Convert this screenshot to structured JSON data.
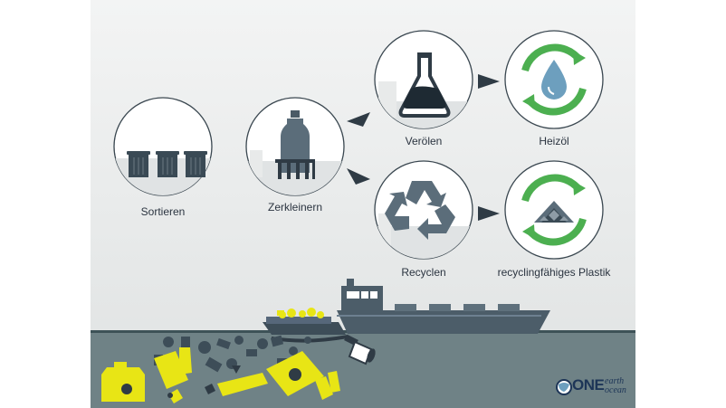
{
  "steps": {
    "sortieren": "Sortieren",
    "zerkleinern": "Zerkleinern",
    "veroelen": "Verölen",
    "heizoel": "Heizöl",
    "recyclen": "Recyclen",
    "plastik": "recyclingfähiges Plastik"
  },
  "logo": {
    "one": "ONE",
    "earth": "earth",
    "ocean": "ocean"
  },
  "colors": {
    "background": "#ffffff",
    "panel": "#e6e8e8",
    "sea": "#6f8286",
    "sea_line": "#3d5257",
    "ship": "#4c5d69",
    "dark": "#2f3b45",
    "green": "#4caf50",
    "yellow": "#e8e515",
    "oil_blue": "#6d9fbe"
  }
}
